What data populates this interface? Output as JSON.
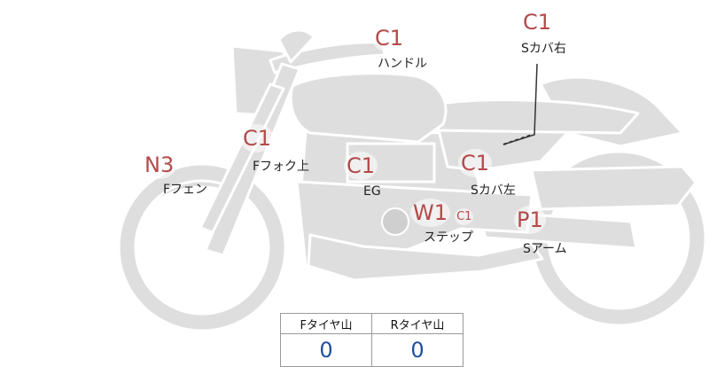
{
  "colors": {
    "bike_fill": "#dedede",
    "bike_outline": "#ffffff",
    "damage_code": "#b44a4a",
    "tire_value": "#1f4fa0"
  },
  "parts": [
    {
      "key": "handle",
      "code": "C1",
      "label": "ハンドル"
    },
    {
      "key": "s_cover_right",
      "code": "C1",
      "label": "Sカバ右"
    },
    {
      "key": "f_fork_upper",
      "code": "C1",
      "label": "Fフォク上"
    },
    {
      "key": "f_fender",
      "code": "N3",
      "label": "Fフェン"
    },
    {
      "key": "engine",
      "code": "C1",
      "label": "EG"
    },
    {
      "key": "s_cover_left",
      "code": "C1",
      "label": "Sカバ左"
    },
    {
      "key": "step",
      "code": "W1",
      "code2": "C1",
      "label": "ステップ"
    },
    {
      "key": "s_arm",
      "code": "P1",
      "label": "Sアーム"
    }
  ],
  "tire_table": {
    "headers": [
      "Fタイヤ山",
      "Rタイヤ山"
    ],
    "values": [
      "0",
      "0"
    ]
  }
}
